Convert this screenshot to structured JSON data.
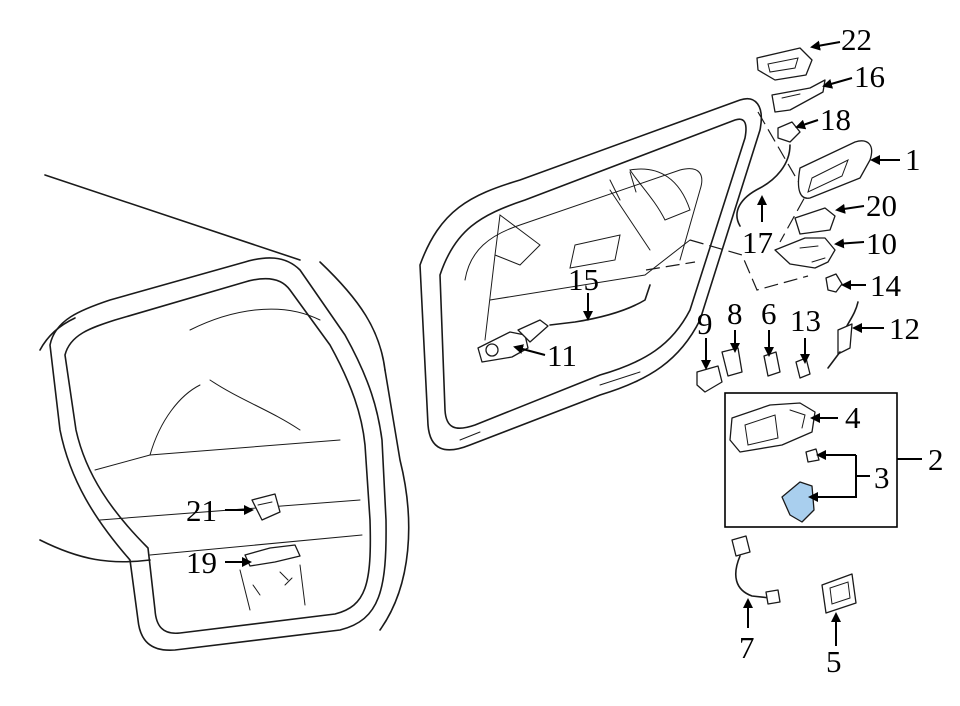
{
  "callouts": [
    "1",
    "2",
    "3",
    "4",
    "5",
    "6",
    "7",
    "8",
    "9",
    "10",
    "11",
    "12",
    "13",
    "14",
    "15",
    "16",
    "17",
    "18",
    "19",
    "20",
    "21",
    "22"
  ],
  "colors": {
    "line": "#1a1a1a",
    "highlight": "#a9cfee",
    "background": "#ffffff"
  }
}
